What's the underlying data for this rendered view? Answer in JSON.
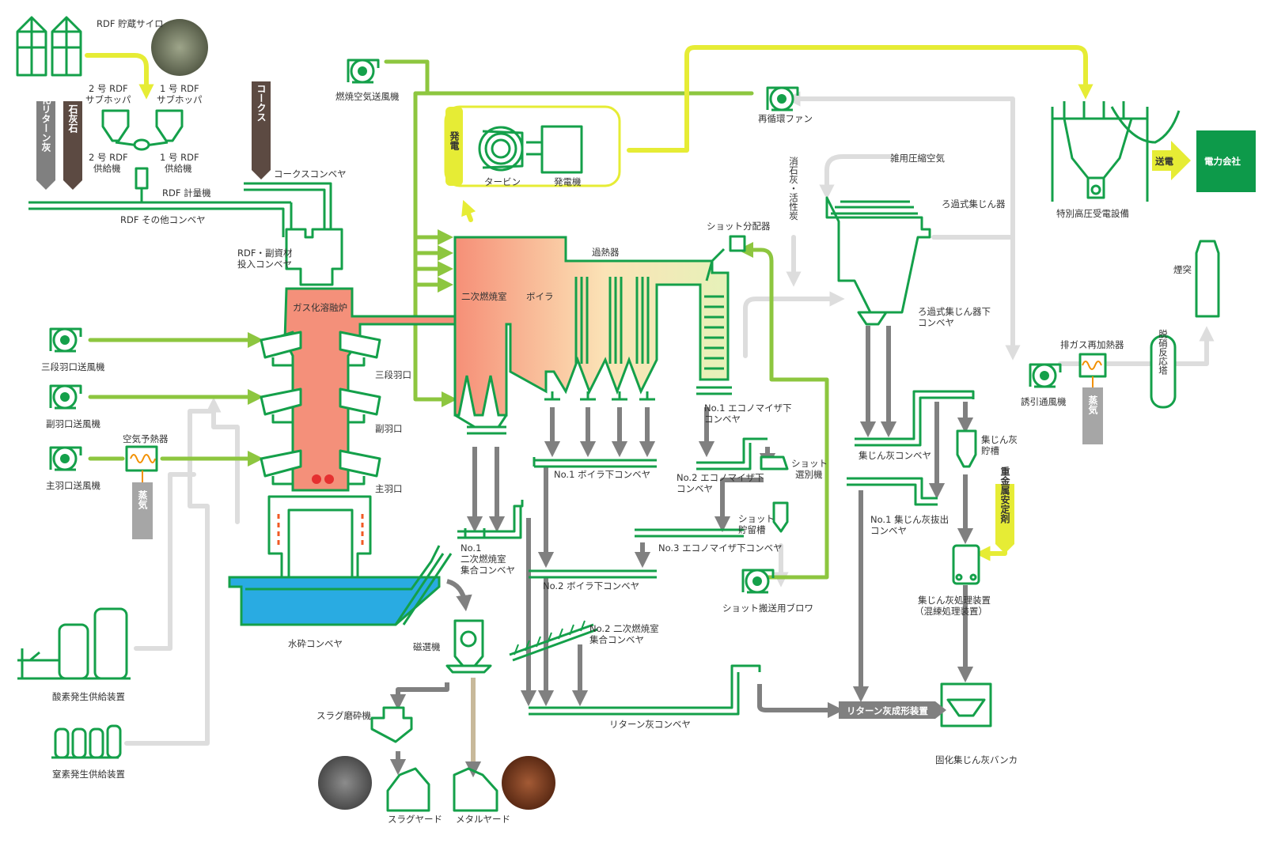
{
  "colors": {
    "equipment": "#14a04a",
    "air_line": "#8dc63f",
    "power_line": "#e6ec35",
    "ash_line": "#808080",
    "utility_line": "#dddddd",
    "furnace": "#f4907a",
    "water": "#29abe2",
    "power_company": "#0d9a4a"
  },
  "labels": {
    "rdf_silo": "RDF 貯蔵サイロ",
    "hopper2_a": "2 号 RDF",
    "hopper2_b": "サブホッパ",
    "hopper1_a": "1 号 RDF",
    "hopper1_b": "サブホッパ",
    "feeder2_a": "2 号 RDF",
    "feeder2_b": "供給機",
    "feeder1_a": "1 号 RDF",
    "feeder1_b": "供給機",
    "rdf_meter": "RDF 計量機",
    "rdf_other_conveyor": "RDF その他コンベヤ",
    "solid_return_ash": "固化リターン灰",
    "limestone": "石灰石",
    "coke": "コークス",
    "coke_conveyor": "コークスコンベヤ",
    "rdf_sub_conveyor_a": "RDF・副資材",
    "rdf_sub_conveyor_b": "投入コンベヤ",
    "combustion_air_fan": "燃焼空気送風機",
    "generation": "発電",
    "turbine": "タービン",
    "generator": "発電機",
    "recirc_fan": "再循環ファン",
    "hv_equipment": "特別高圧受電設備",
    "transmission": "送電",
    "power_company": "電力会社",
    "misc_air": "雑用圧縮空気",
    "bag_filter": "ろ過式集じん器",
    "slaked_lime": "消石灰・活性炭",
    "shot_distributor": "ショット分配器",
    "superheater": "過熱器",
    "gasifier": "ガス化溶融炉",
    "secondary_chamber": "二次燃焼室",
    "boiler": "ボイラ",
    "bf_conveyor_a": "ろ過式集じん器下",
    "bf_conveyor_b": "コンベヤ",
    "chimney": "煙突",
    "fan3": "三段羽口送風機",
    "fan_sub": "副羽口送風機",
    "fan_main": "主羽口送風機",
    "air_preheater": "空気予熱器",
    "steam": "蒸気",
    "tuyere3": "三段羽口",
    "tuyere_sub": "副羽口",
    "tuyere_main": "主羽口",
    "econ1_a": "No.1 エコノマイザ下",
    "econ1_b": "コンベヤ",
    "exhaust_reheater": "排ガス再加熱器",
    "denox": "脱硝反応塔",
    "id_fan": "誘引通風機",
    "dust_ash_conveyor": "集じん灰コンベヤ",
    "dust_ash_tank_a": "集じん灰",
    "dust_ash_tank_b": "貯槽",
    "shot_sep_a": "ショット",
    "shot_sep_b": "選別機",
    "boiler1_conveyor": "No.1 ボイラ下コンベヤ",
    "econ2_a": "No.2 エコノマイザ下",
    "econ2_b": "コンベヤ",
    "shot_tank_a": "ショット",
    "shot_tank_b": "貯留槽",
    "econ3": "No.3 エコノマイザ下コンベヤ",
    "ash_out_a": "No.1 集じん灰抜出",
    "ash_out_b": "コンベヤ",
    "heavy_metal": "重金属安定剤",
    "sec1_a": "No.1",
    "sec1_b": "二次燃焼室",
    "sec1_c": "集合コンベヤ",
    "boiler2_conveyor": "No.2 ボイラ下コンベヤ",
    "shot_blower": "ショット搬送用ブロワ",
    "ash_treat_a": "集じん灰処理装置",
    "ash_treat_b": "（混練処理装置）",
    "water_conveyor": "水砕コンベヤ",
    "magnetic": "磁選機",
    "sec2_a": "No.2 二次燃焼室",
    "sec2_b": "集合コンベヤ",
    "oxygen": "酸素発生供給装置",
    "return_ash_molding": "リターン灰成形装置",
    "return_ash_conveyor": "リターン灰コンベヤ",
    "slag_grinder": "スラグ磨砕機",
    "solid_ash_bunker": "固化集じん灰バンカ",
    "nitrogen": "窒素発生供給装置",
    "slag_yard": "スラグヤード",
    "metal_yard": "メタルヤード"
  }
}
